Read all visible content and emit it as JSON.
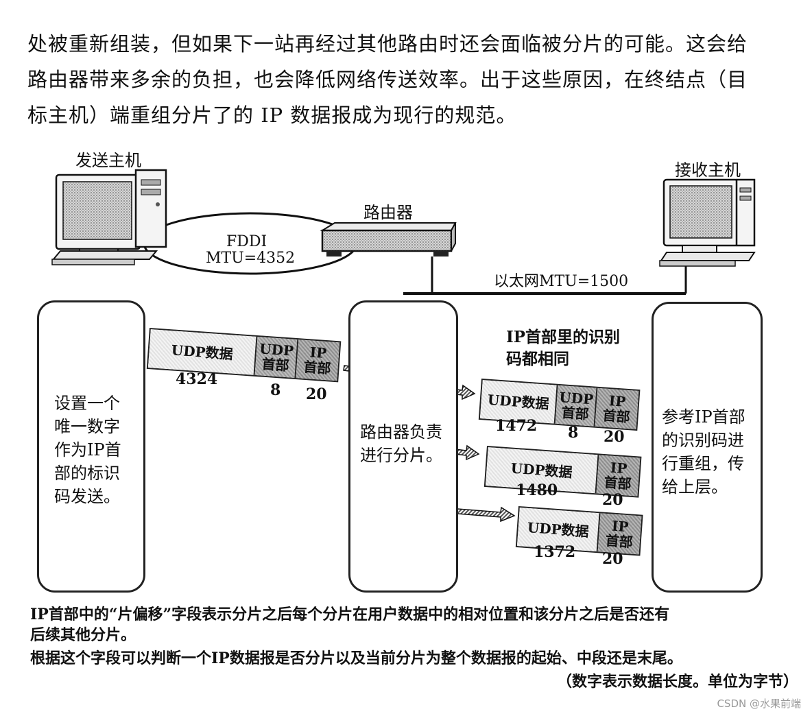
{
  "intro": {
    "lines": [
      "处被重新组装，但如果下一站再经过其他路由时还会面临被分片的可能。这会给",
      "路由器带来多余的负担，也会降低网络传送效率。出于这些原因，在终结点（目",
      "标主机）端重组分片了的 IP 数据报成为现行的规范。"
    ]
  },
  "network": {
    "sender_label": "发送主机",
    "receiver_label": "接收主机",
    "router_label": "路由器",
    "fddi_line1": "FDDI",
    "fddi_line2": "MTU=4352",
    "ethernet_label": "以太网MTU=1500"
  },
  "panels": {
    "sender": [
      "设置一个",
      "唯一数字",
      "作为IP首",
      "部的标识",
      "码发送。"
    ],
    "router": [
      "路由器负责",
      "进行分片。"
    ],
    "receiver": [
      "参考IP首部",
      "的识别码进",
      "行重组，传",
      "给上层。"
    ]
  },
  "note_same_id": [
    "IP首部里的识别",
    "码都相同"
  ],
  "original_packet": {
    "data_label": "UDP数据",
    "udp_label": [
      "UDP",
      "首部"
    ],
    "ip_label": [
      "IP",
      "首部"
    ],
    "sizes": [
      "4324",
      "8",
      "20"
    ]
  },
  "fragments": [
    {
      "data_label": "UDP数据",
      "udp_label": [
        "UDP",
        "首部"
      ],
      "ip_label": [
        "IP",
        "首部"
      ],
      "sizes": [
        "1472",
        "8",
        "20"
      ]
    },
    {
      "data_label": "UDP数据",
      "ip_label": [
        "IP",
        "首部"
      ],
      "sizes": [
        "1480",
        "20"
      ]
    },
    {
      "data_label": "UDP数据",
      "ip_label": [
        "IP",
        "首部"
      ],
      "sizes": [
        "1372",
        "20"
      ]
    }
  ],
  "footer": {
    "line1": "IP首部中的“片偏移”字段表示分片之后每个分片在用户数据中的相对位置和该分片之后是否还有",
    "line2": "后续其他分片。",
    "line3": "根据这个字段可以判断一个IP数据报是否分片以及当前分片为整个数据报的起始、中段还是末尾。",
    "unit_note": "（数字表示数据长度。单位为字节）"
  },
  "watermark": "CSDN @水果前端"
}
